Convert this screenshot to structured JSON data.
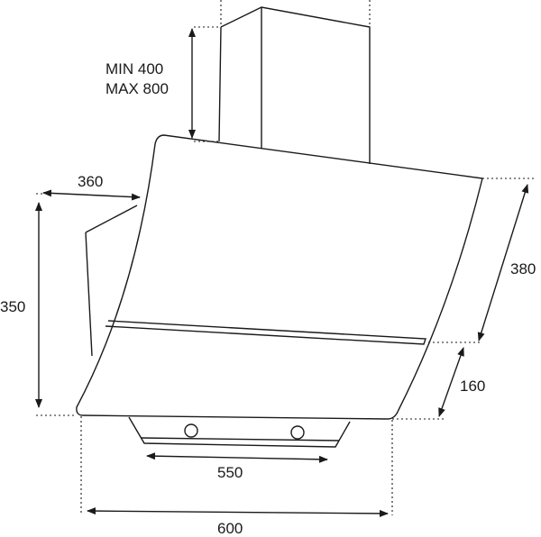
{
  "labels": {
    "chimney_min": "MIN 400",
    "chimney_max": "MAX 800",
    "depth": "360",
    "side_height": "350",
    "panel_upper": "380",
    "panel_lower": "160",
    "blower_width": "550",
    "total_width": "600"
  }
}
